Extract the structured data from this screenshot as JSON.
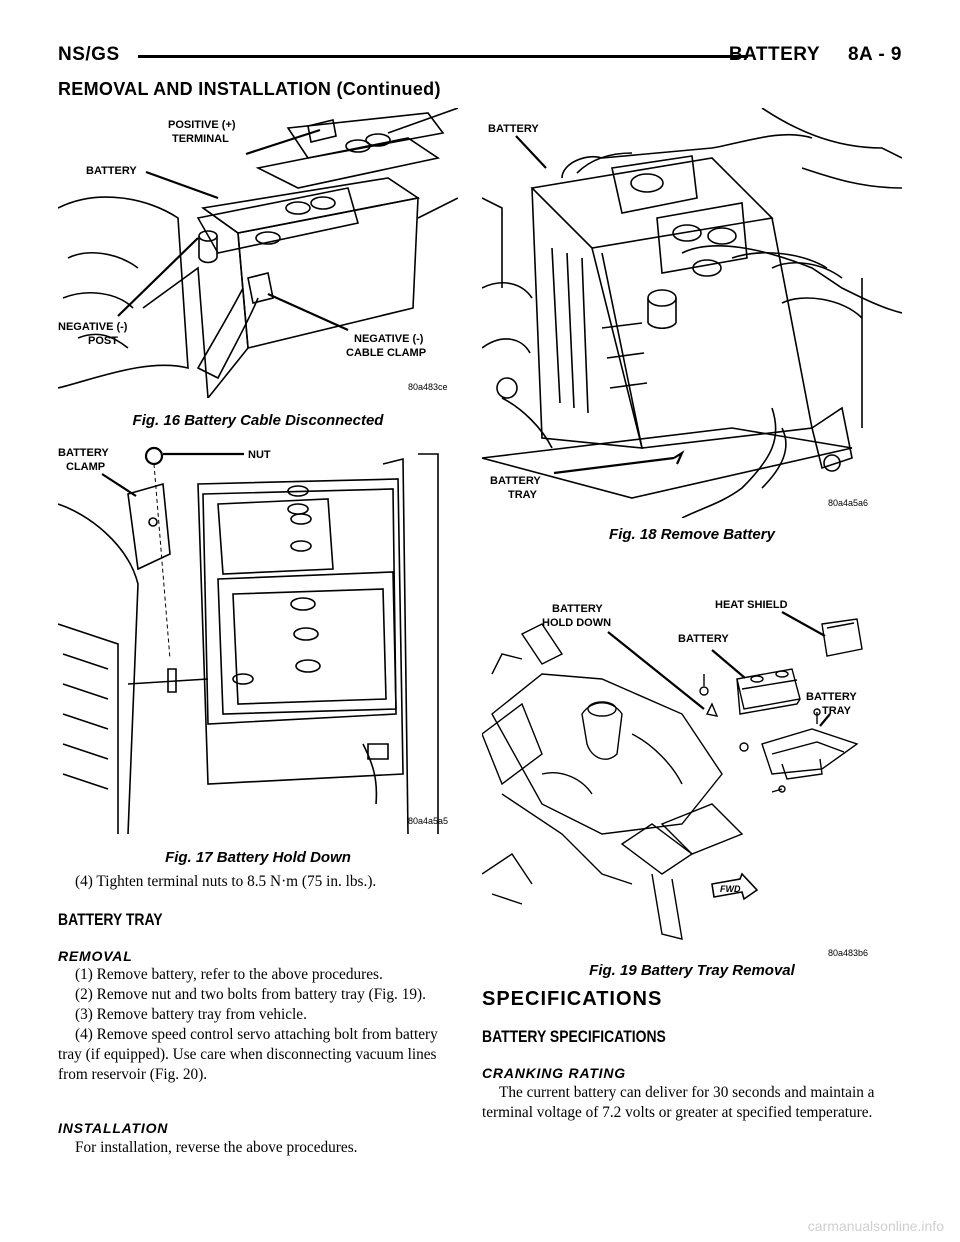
{
  "header": {
    "left": "NS/GS",
    "section": "BATTERY",
    "page": "8A - 9",
    "continued_title": "REMOVAL AND INSTALLATION (Continued)"
  },
  "figures": {
    "fig16": {
      "caption": "Fig. 16 Battery Cable Disconnected",
      "code": "80a483ce",
      "labels": {
        "positive_terminal_1": "POSITIVE (+)",
        "positive_terminal_2": "TERMINAL",
        "battery": "BATTERY",
        "negative_post_1": "NEGATIVE (-)",
        "negative_post_2": "POST",
        "negative_clamp_1": "NEGATIVE (-)",
        "negative_clamp_2": "CABLE CLAMP"
      }
    },
    "fig17": {
      "caption": "Fig. 17 Battery Hold Down",
      "code": "80a4a5a5",
      "labels": {
        "battery_clamp_1": "BATTERY",
        "battery_clamp_2": "CLAMP",
        "nut": "NUT"
      }
    },
    "fig18": {
      "caption": "Fig. 18 Remove Battery",
      "code": "80a4a5a6",
      "labels": {
        "battery": "BATTERY",
        "battery_tray_1": "BATTERY",
        "battery_tray_2": "TRAY"
      }
    },
    "fig19": {
      "caption": "Fig. 19 Battery Tray Removal",
      "code": "80a483b6",
      "labels": {
        "hold_down_1": "BATTERY",
        "hold_down_2": "HOLD DOWN",
        "heat_shield": "HEAT SHIELD",
        "battery": "BATTERY",
        "tray_1": "BATTERY",
        "tray_2": "TRAY",
        "fwd": "FWD"
      }
    }
  },
  "left_text": {
    "step4_tighten": "(4) Tighten terminal nuts to 8.5 N·m (75 in. lbs.).",
    "battery_tray_heading": "BATTERY TRAY",
    "removal_heading": "REMOVAL",
    "removal_steps": [
      "(1) Remove battery, refer to the above procedures.",
      "(2) Remove nut and two bolts from battery tray (Fig. 19).",
      "(3) Remove battery tray from vehicle.",
      "(4) Remove speed control servo attaching bolt from battery tray (if equipped). Use care when disconnecting vacuum lines from reservoir (Fig. 20)."
    ],
    "installation_heading": "INSTALLATION",
    "installation_text": "For installation, reverse the above procedures."
  },
  "right_text": {
    "specifications_heading": "SPECIFICATIONS",
    "battery_specs_heading": "BATTERY SPECIFICATIONS",
    "cranking_heading": "CRANKING RATING",
    "cranking_text": "The current battery can deliver for 30 seconds and maintain a terminal voltage of 7.2 volts or greater at specified temperature."
  },
  "watermark": "carmanualsonline.info"
}
